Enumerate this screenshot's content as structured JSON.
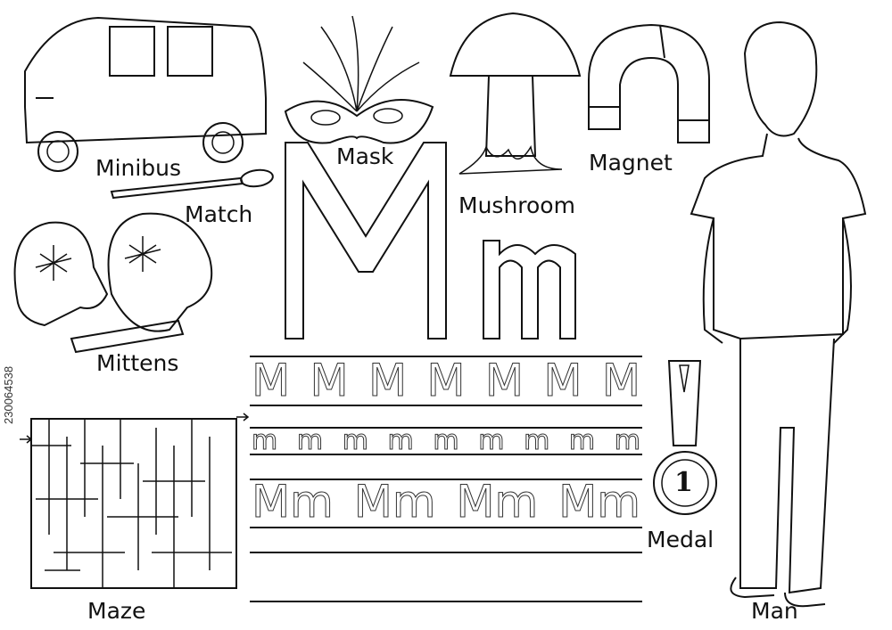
{
  "labels": {
    "minibus": "Minibus",
    "mask": "Mask",
    "mushroom": "Mushroom",
    "magnet": "Magnet",
    "match": "Match",
    "mittens": "Mittens",
    "maze": "Maze",
    "medal": "Medal",
    "man": "Man"
  },
  "letters": {
    "upper": "M",
    "lower": "m",
    "trace_upper": [
      "M",
      "M",
      "M",
      "M",
      "M",
      "M",
      "M"
    ],
    "trace_lower": [
      "m",
      "m",
      "m",
      "m",
      "m",
      "m",
      "m",
      "m",
      "m"
    ],
    "trace_pairs": [
      "Mm",
      "Mm",
      "Mm",
      "Mm"
    ]
  },
  "medal_number": "1",
  "stock_id": "230064538"
}
